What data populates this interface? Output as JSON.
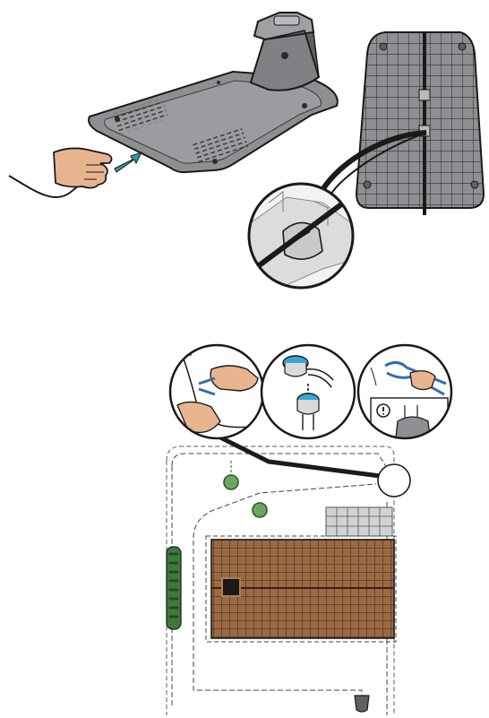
{
  "figures": [
    {
      "id": "charging-station-installation"
    },
    {
      "id": "boundary-wire-layout"
    }
  ],
  "colors": {
    "outline": "#1a1a1a",
    "plate_grey": "#8d8f92",
    "plate_light": "#b9bbbe",
    "plate_dark": "#5e6064",
    "skin": "#e8b48f",
    "arrow_teal": "#2f9aa0",
    "connector_blue": "#35a8d8",
    "house_roof": "#9b6a45",
    "house_roof_line": "#5a3620",
    "hedge_green": "#3f7a3a",
    "bush_green": "#6fa563",
    "patio_grey": "#d0d2d4"
  },
  "icons": [
    "charging-station",
    "hand-icon",
    "push-arrow-icon",
    "wire-clamp-detail",
    "pliers-icon",
    "wire-connector-icon",
    "warning-icon",
    "tree-icon",
    "house-icon",
    "hedge-icon",
    "patio-tiles-icon"
  ]
}
